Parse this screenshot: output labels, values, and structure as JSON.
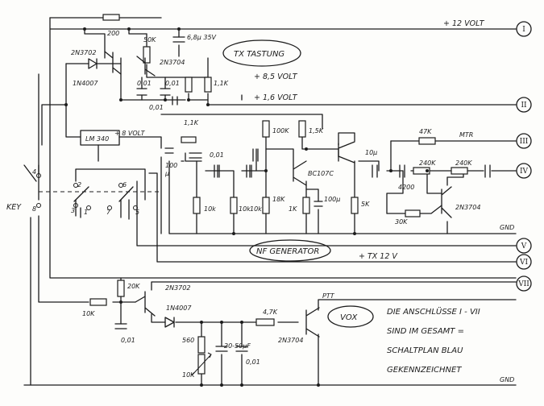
{
  "supply": {
    "v12": "+ 12 VOLT",
    "v85": "+ 8,5 VOLT",
    "v16": "+ 1,6 VOLT",
    "v8": "+ 8 VOLT",
    "tx12": "+ TX 12 V",
    "gnd_top": "GND",
    "gnd_bottom": "GND"
  },
  "blocks": {
    "tx_tastung": "TX TASTUNG",
    "nf_generator": "NF GENERATOR",
    "vox": "VOX",
    "lm340": "LM 340"
  },
  "terminals": [
    "I",
    "II",
    "III",
    "IV",
    "V",
    "VI",
    "VII"
  ],
  "labels": {
    "key": "KEY",
    "ptt": "PTT",
    "mtr": "MTR"
  },
  "note": {
    "line1": "DIE ANSCHLÜSSE I - VII",
    "line2": "SIND IM GESAMT =",
    "line3": "SCHALTPLAN BLAU",
    "line4": "GEKENNZEICHNET"
  },
  "components": {
    "r200": "200",
    "q2n3702a": "2N3702",
    "r50k": "50K",
    "c68": "6,8μ 35V",
    "q2n3704a": "2N3704",
    "d1n4007a": "1N4007",
    "c001a": "0,01",
    "c001b": "0,01",
    "r11k": "1,1K",
    "c001c": "0,01",
    "r1k1": "1,1K",
    "r100k": "100K",
    "r15k": "1,5K",
    "qbc107": "BC107C",
    "c10u_a": "10μ",
    "c100u_a": "100",
    "c100u_a2": "μ",
    "c001d": "0,01",
    "r10k_a": "10k",
    "r10k_b": "10k",
    "r10k_c": "10k",
    "r18k": "18K",
    "r1k2": "1K",
    "c100u_b": "100μ",
    "r5k": "5K",
    "r47k_a": "47K",
    "r240k_a": "240K",
    "r240k_b": "240K",
    "c4200": "4200",
    "r30k": "30K",
    "q2n3704b": "2N3704",
    "r20k": "20K",
    "q2n3702b": "2N3702",
    "d1n4007b": "1N4007",
    "r10k_d": "10K",
    "c001e": "0,01",
    "r47k_b": "4,7K",
    "r560": "560",
    "r10k_pot": "10K",
    "c2050": "20-50μF",
    "c001f": "0,01",
    "q2n3704c": "2N3704",
    "sw4": "4",
    "sw8": "8",
    "sw2": "2",
    "sw6": "6",
    "sw3": "3",
    "sw1": "1",
    "sw7": "7",
    "sw5": "5"
  }
}
